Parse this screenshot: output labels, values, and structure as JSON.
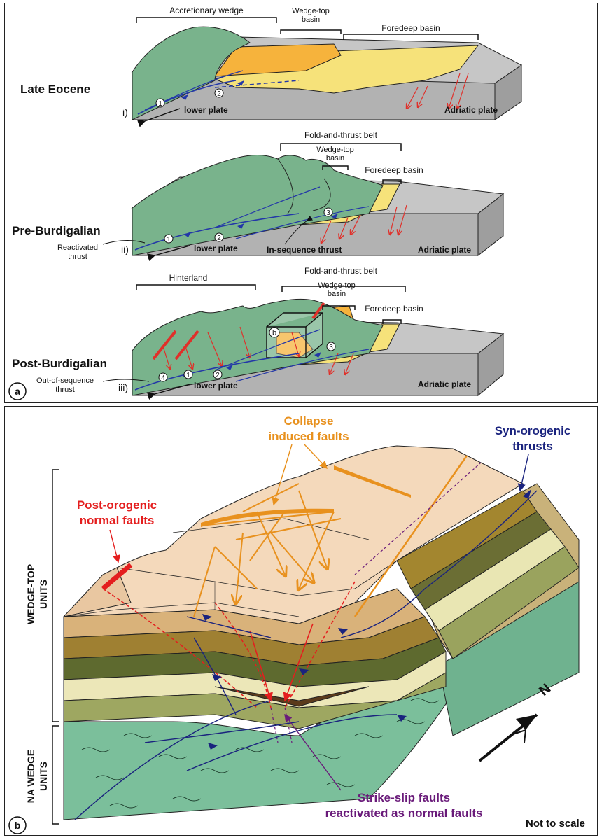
{
  "panel_a": {
    "badge": "a",
    "stages": [
      {
        "title": "Late Eocene",
        "roman": "i)",
        "brackets": [
          "Accretionary wedge",
          "Wedge-top\nbasin",
          "Foredeep basin"
        ],
        "markers": [
          "1",
          "2"
        ],
        "lower_plate": "lower plate",
        "adriatic": "Adriatic plate"
      },
      {
        "title": "Pre-Burdigalian",
        "roman": "ii)",
        "brackets": [
          "Fold-and-thrust belt",
          "Wedge-top\nbasin",
          "Foredeep basin"
        ],
        "markers": [
          "1",
          "2",
          "3"
        ],
        "lower_plate": "lower plate",
        "adriatic": "Adriatic plate",
        "callout_left": "Reactivated\nthrust",
        "callout_mid": "In-sequence thrust"
      },
      {
        "title": "Post-Burdigalian",
        "roman": "iii)",
        "brackets": [
          "Hinterland",
          "Fold-and-thrust belt",
          "Wedge-top\nbasin",
          "Foredeep basin"
        ],
        "markers": [
          "4",
          "1",
          "2",
          "3",
          "b"
        ],
        "lower_plate": "lower plate",
        "adriatic": "Adriatic plate",
        "callout_left": "Out-of-sequence\nthrust"
      }
    ]
  },
  "panel_b": {
    "badge": "b",
    "labels": {
      "collapse": "Collapse\ninduced faults",
      "synorogenic": "Syn-orogenic\nthrusts",
      "postorogenic": "Post-orogenic\nnormal faults",
      "strikeslip": "Strike-slip faults\nreactivated as normal faults",
      "not_to_scale": "Not to scale",
      "north": "N"
    },
    "side_labels": [
      "WEDGE-TOP\nUNITS",
      "NA WEDGE\nUNITS"
    ],
    "colors": {
      "collapse": "#e8911e",
      "synorogenic": "#1a237e",
      "postorogenic": "#e41e1e",
      "strikeslip": "#6a1b7a"
    }
  },
  "colors": {
    "green": "#79b38c",
    "grey": "#b2b2b2",
    "orange": "#f6b33c",
    "yellow": "#f6e27a",
    "thrust": "#2337a8",
    "normal": "#e0302a"
  }
}
